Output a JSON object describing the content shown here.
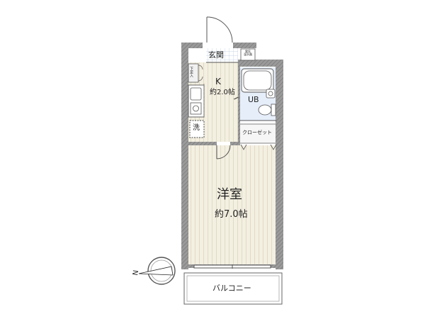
{
  "plan": {
    "genkan": "玄関",
    "meter_box": "電気\n温水器",
    "shoe_box": "下足入",
    "kitchen": {
      "name": "K",
      "size": "約2.0帖"
    },
    "bath": "UB",
    "washer": "洗",
    "closet": "クローゼット",
    "main_room": {
      "name": "洋室",
      "size": "約7.0帖"
    },
    "balcony": "バルコニー"
  },
  "compass": {
    "label": "N"
  },
  "colors": {
    "wall": "#8a8a8a",
    "floor_wood": "#f3efe1",
    "floor_wood_line": "#dcd6c0",
    "bath_floor": "#e6eefa",
    "tile": "#b9c9e0",
    "line": "#555555"
  }
}
